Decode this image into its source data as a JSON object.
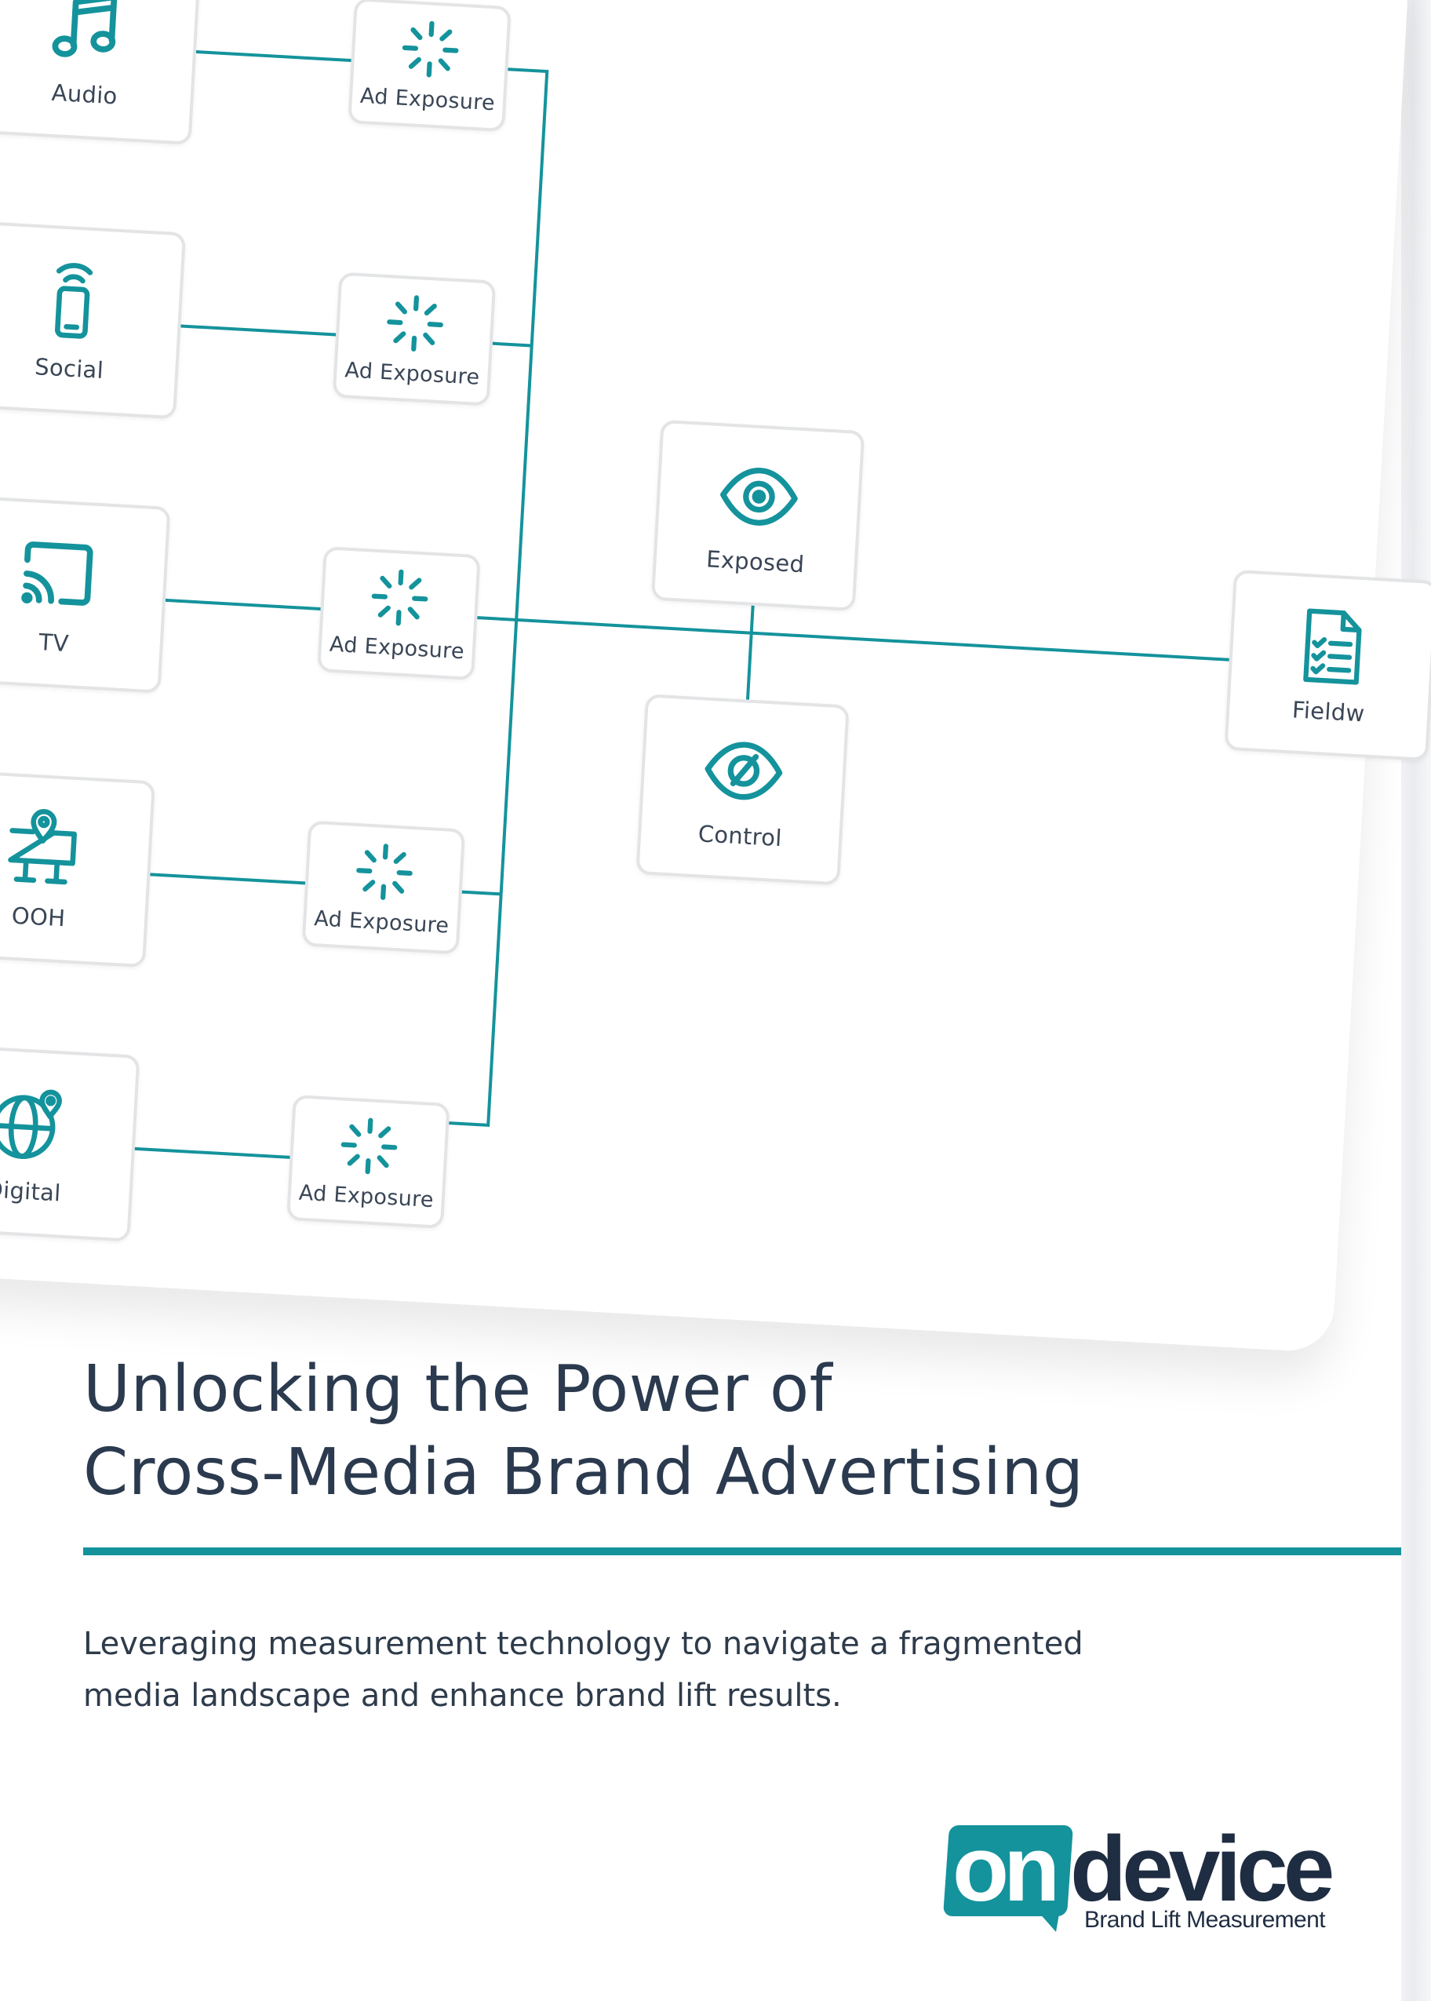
{
  "diagram": {
    "media_channels": [
      {
        "label": "Audio",
        "icon": "music-note-icon"
      },
      {
        "label": "Social",
        "icon": "smartphone-signal-icon"
      },
      {
        "label": "TV",
        "icon": "cast-tv-icon"
      },
      {
        "label": "OOH",
        "icon": "billboard-location-icon"
      },
      {
        "label": "Digital",
        "icon": "globe-location-icon"
      }
    ],
    "exposure_label": "Ad Exposure",
    "exposure_icon": "loading-spinner-icon",
    "groups": {
      "exposed": {
        "label": "Exposed",
        "icon": "eye-icon"
      },
      "control": {
        "label": "Control",
        "icon": "eye-off-icon"
      }
    },
    "fieldwork": {
      "label": "Fieldw",
      "icon": "checklist-document-icon"
    },
    "colors": {
      "accent": "#14939c",
      "node_border": "#e3e4e6",
      "text": "#3a4656"
    }
  },
  "document": {
    "title_line1": "Unlocking the Power of",
    "title_line2": "Cross-Media Brand Advertising",
    "subtitle_line1": "Leveraging measurement technology to navigate a fragmented",
    "subtitle_line2": "media landscape and enhance brand lift results.",
    "colors": {
      "title": "#2b3a4e",
      "divider": "#14939c"
    }
  },
  "logo": {
    "on": "on",
    "device": "device",
    "tagline": "Brand Lift Measurement",
    "colors": {
      "brand_teal": "#14939c",
      "brand_navy": "#1f2d42"
    }
  }
}
